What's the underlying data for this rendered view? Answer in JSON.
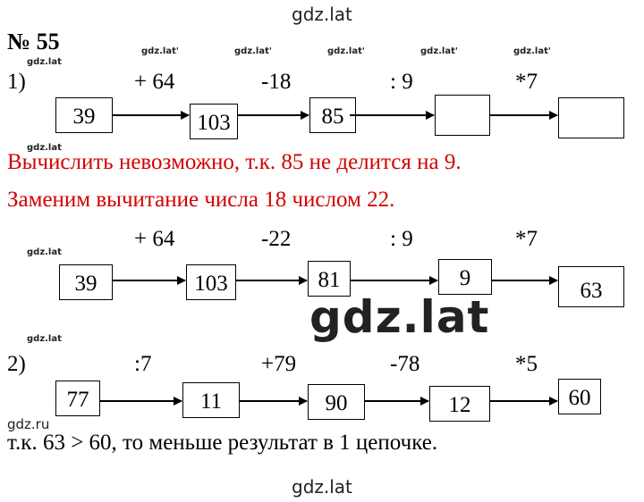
{
  "watermarks": {
    "top": "gdz.lat",
    "bottom": "gdz.lat",
    "big": "gdz.lat",
    "small": "gdz.lat",
    "small_tick": "gdz.lat'",
    "ru": "gdz.ru"
  },
  "title": "№ 55",
  "chain1": {
    "label": "1)",
    "ops": [
      "+ 64",
      "-18",
      ": 9",
      "*7"
    ],
    "values": [
      "39",
      "103",
      "85",
      "",
      ""
    ]
  },
  "message1": "Вычислить невозможно, т.к. 85 не делится на 9.",
  "message2": "Заменим вычитание числа 18 числом 22.",
  "chain1b": {
    "ops": [
      "+ 64",
      "-22",
      ": 9",
      "*7"
    ],
    "values": [
      "39",
      "103",
      "81",
      "9",
      "63"
    ]
  },
  "chain2": {
    "label": "2)",
    "ops": [
      ":7",
      "+79",
      "-78",
      "*5"
    ],
    "values": [
      "77",
      "11",
      "90",
      "12",
      "60"
    ]
  },
  "conclusion": "т.к. 63 > 60, то меньше результат в 1 цепочке.",
  "colors": {
    "red_text": "#d40000"
  }
}
